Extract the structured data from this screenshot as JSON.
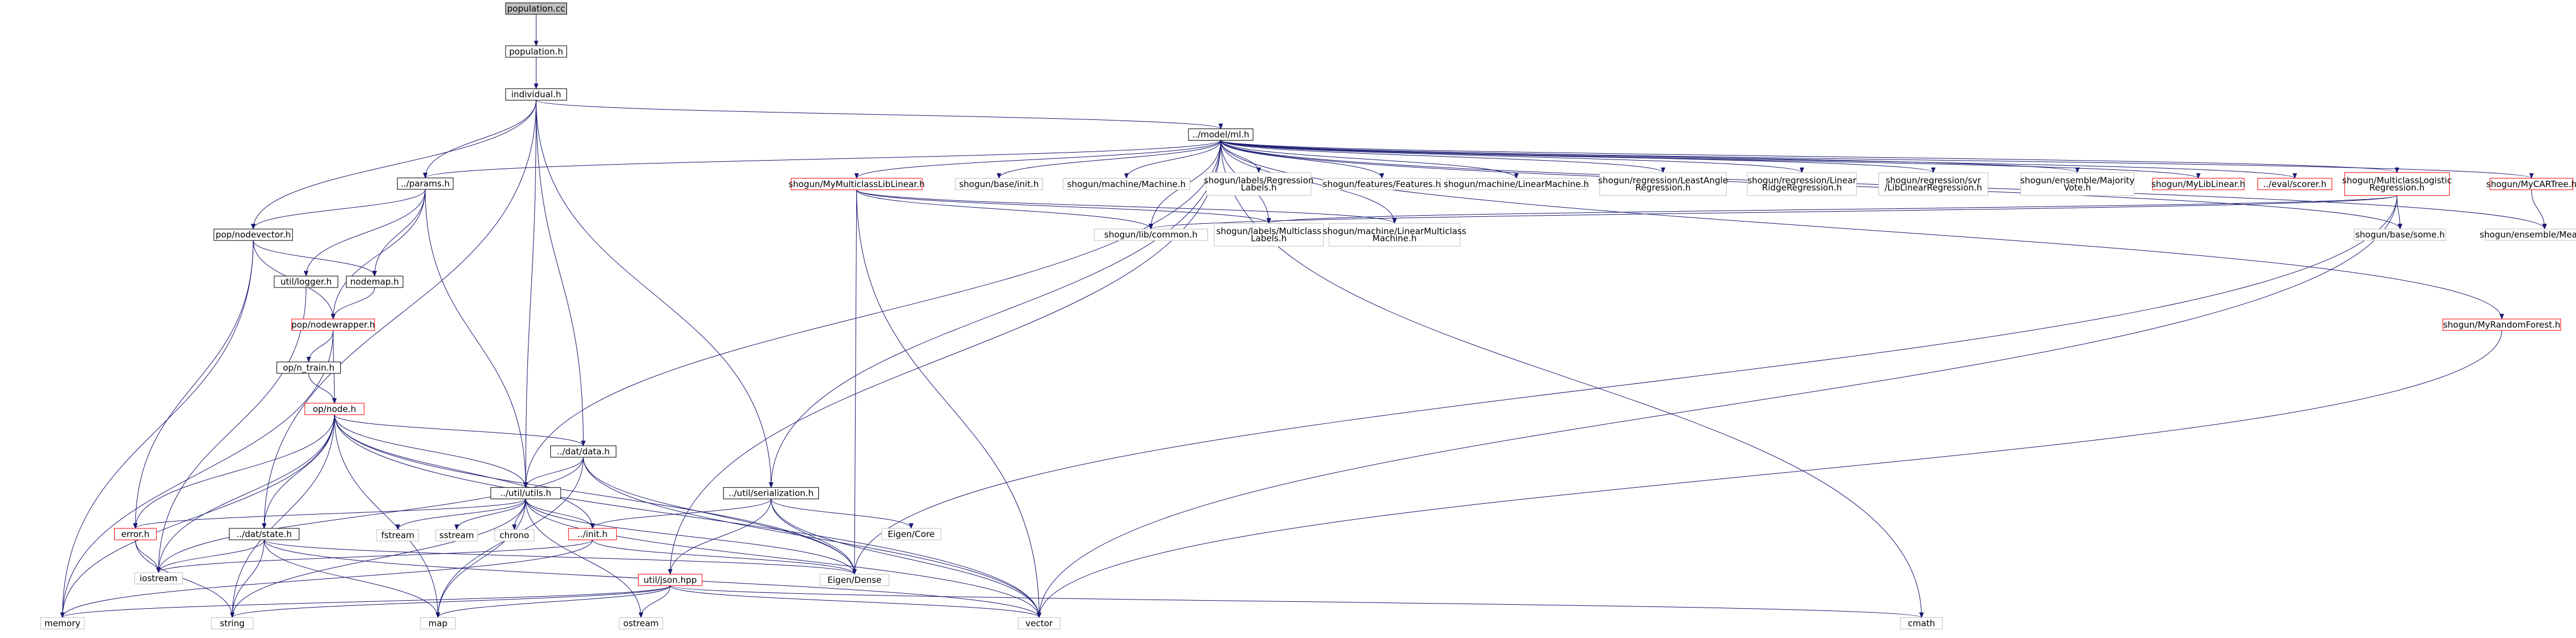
{
  "colors": {
    "edge": "#191970",
    "box_black": "#000000",
    "box_red": "#ff0000",
    "box_gray": "#bfbfbf",
    "root_fill": "#bfbfbf"
  },
  "nodes": [
    {
      "id": "population_cc",
      "lines": [
        "population.cc"
      ],
      "style": "root"
    },
    {
      "id": "population_h",
      "lines": [
        "population.h"
      ],
      "style": "black"
    },
    {
      "id": "individual_h",
      "lines": [
        "individual.h"
      ],
      "style": "black"
    },
    {
      "id": "model_ml_h",
      "lines": [
        "../model/ml.h"
      ],
      "style": "black"
    },
    {
      "id": "params_h",
      "lines": [
        "../params.h"
      ],
      "style": "black"
    },
    {
      "id": "popnodevector_h",
      "lines": [
        "pop/nodevector.h"
      ],
      "style": "black"
    },
    {
      "id": "nodemap_h",
      "lines": [
        "nodemap.h"
      ],
      "style": "black"
    },
    {
      "id": "util_logger_h",
      "lines": [
        "util/logger.h"
      ],
      "style": "black"
    },
    {
      "id": "popnodewrapper_h",
      "lines": [
        "pop/nodewrapper.h"
      ],
      "style": "red"
    },
    {
      "id": "opin_train_h",
      "lines": [
        "op/n_train.h"
      ],
      "style": "black"
    },
    {
      "id": "opnode_h",
      "lines": [
        "op/node.h"
      ],
      "style": "red"
    },
    {
      "id": "dat_data_h",
      "lines": [
        "../dat/data.h"
      ],
      "style": "black"
    },
    {
      "id": "util_utils_h",
      "lines": [
        "../util/utils.h"
      ],
      "style": "black"
    },
    {
      "id": "util_serialization_h",
      "lines": [
        "../util/serialization.h"
      ],
      "style": "black"
    },
    {
      "id": "error_h",
      "lines": [
        "error.h"
      ],
      "style": "red"
    },
    {
      "id": "dat_state_h",
      "lines": [
        "../dat/state.h"
      ],
      "style": "black"
    },
    {
      "id": "init_h",
      "lines": [
        "../init.h"
      ],
      "style": "red"
    },
    {
      "id": "json_hpp",
      "lines": [
        "util/json.hpp"
      ],
      "style": "red"
    },
    {
      "id": "fstream",
      "lines": [
        "fstream"
      ],
      "style": "gray"
    },
    {
      "id": "sstream",
      "lines": [
        "sstream"
      ],
      "style": "gray"
    },
    {
      "id": "chrono",
      "lines": [
        "chrono"
      ],
      "style": "gray"
    },
    {
      "id": "iostream",
      "lines": [
        "iostream"
      ],
      "style": "gray"
    },
    {
      "id": "memory",
      "lines": [
        "memory"
      ],
      "style": "gray"
    },
    {
      "id": "string",
      "lines": [
        "string"
      ],
      "style": "gray"
    },
    {
      "id": "map",
      "lines": [
        "map"
      ],
      "style": "gray"
    },
    {
      "id": "ostream",
      "lines": [
        "ostream"
      ],
      "style": "gray"
    },
    {
      "id": "vector",
      "lines": [
        "vector"
      ],
      "style": "gray"
    },
    {
      "id": "cmath",
      "lines": [
        "cmath"
      ],
      "style": "gray"
    },
    {
      "id": "eigen_dense",
      "lines": [
        "Eigen/Dense"
      ],
      "style": "gray"
    },
    {
      "id": "eigen_core",
      "lines": [
        "Eigen/Core"
      ],
      "style": "gray"
    },
    {
      "id": "sg_mymulticlasslib",
      "lines": [
        "shogun/MyMulticlassLibLinear.h"
      ],
      "style": "red"
    },
    {
      "id": "sg_base_init",
      "lines": [
        "shogun/base/init.h"
      ],
      "style": "gray"
    },
    {
      "id": "sg_machine",
      "lines": [
        "shogun/machine/Machine.h"
      ],
      "style": "gray"
    },
    {
      "id": "sg_reglabels",
      "lines": [
        "shogun/labels/Regression",
        "Labels.h"
      ],
      "style": "gray"
    },
    {
      "id": "sg_features",
      "lines": [
        "shogun/features/Features.h"
      ],
      "style": "gray"
    },
    {
      "id": "sg_linearmachine",
      "lines": [
        "shogun/machine/LinearMachine.h"
      ],
      "style": "gray"
    },
    {
      "id": "sg_leastangle",
      "lines": [
        "shogun/regression/LeastAngle",
        "Regression.h"
      ],
      "style": "gray"
    },
    {
      "id": "sg_linridge",
      "lines": [
        "shogun/regression/Linear",
        "RidgeRegression.h"
      ],
      "style": "gray"
    },
    {
      "id": "sg_svrlib",
      "lines": [
        "shogun/regression/svr",
        "/LibLinearRegression.h"
      ],
      "style": "gray"
    },
    {
      "id": "sg_majority",
      "lines": [
        "shogun/ensemble/Majority",
        "Vote.h"
      ],
      "style": "gray"
    },
    {
      "id": "sg_mylibinear",
      "lines": [
        "shogun/MyLibLinear.h"
      ],
      "style": "red"
    },
    {
      "id": "eval_scorer",
      "lines": [
        "../eval/scorer.h"
      ],
      "style": "red"
    },
    {
      "id": "sg_mclogistic",
      "lines": [
        "shogun/MulticlassLogistic",
        "Regression.h"
      ],
      "style": "red"
    },
    {
      "id": "sg_mycart",
      "lines": [
        "shogun/MyCARTree.h"
      ],
      "style": "red"
    },
    {
      "id": "sg_lib_common",
      "lines": [
        "shogun/lib/common.h"
      ],
      "style": "gray"
    },
    {
      "id": "sg_mclabels",
      "lines": [
        "shogun/labels/Multiclass",
        "Labels.h"
      ],
      "style": "gray"
    },
    {
      "id": "sg_linmcmachine",
      "lines": [
        "shogun/machine/LinearMulticlass",
        "Machine.h"
      ],
      "style": "gray"
    },
    {
      "id": "sg_base_some",
      "lines": [
        "shogun/base/some.h"
      ],
      "style": "gray"
    },
    {
      "id": "sg_meanrule",
      "lines": [
        "shogun/ensemble/MeanRule.h"
      ],
      "style": "gray"
    },
    {
      "id": "sg_myrandomforest",
      "lines": [
        "shogun/MyRandomForest.h"
      ],
      "style": "red"
    }
  ],
  "edges": [
    [
      "population_cc",
      "population_h"
    ],
    [
      "population_h",
      "individual_h"
    ],
    [
      "individual_h",
      "model_ml_h"
    ],
    [
      "individual_h",
      "params_h"
    ],
    [
      "individual_h",
      "popnodevector_h"
    ],
    [
      "individual_h",
      "util_utils_h"
    ],
    [
      "individual_h",
      "dat_data_h"
    ],
    [
      "individual_h",
      "dat_state_h"
    ],
    [
      "individual_h",
      "util_serialization_h"
    ],
    [
      "model_ml_h",
      "params_h"
    ],
    [
      "model_ml_h",
      "sg_mymulticlasslib"
    ],
    [
      "model_ml_h",
      "sg_base_init"
    ],
    [
      "model_ml_h",
      "sg_machine"
    ],
    [
      "model_ml_h",
      "sg_reglabels"
    ],
    [
      "model_ml_h",
      "sg_features"
    ],
    [
      "model_ml_h",
      "sg_linearmachine"
    ],
    [
      "model_ml_h",
      "sg_leastangle"
    ],
    [
      "model_ml_h",
      "sg_linridge"
    ],
    [
      "model_ml_h",
      "sg_svrlib"
    ],
    [
      "model_ml_h",
      "sg_majority"
    ],
    [
      "model_ml_h",
      "sg_mylibinear"
    ],
    [
      "model_ml_h",
      "eval_scorer"
    ],
    [
      "model_ml_h",
      "sg_mclogistic"
    ],
    [
      "model_ml_h",
      "sg_mycart"
    ],
    [
      "model_ml_h",
      "sg_myrandomforest"
    ],
    [
      "model_ml_h",
      "sg_lib_common"
    ],
    [
      "model_ml_h",
      "sg_mclabels"
    ],
    [
      "model_ml_h",
      "sg_linmcmachine"
    ],
    [
      "model_ml_h",
      "sg_base_some"
    ],
    [
      "model_ml_h",
      "sg_meanrule"
    ],
    [
      "model_ml_h",
      "util_utils_h"
    ],
    [
      "model_ml_h",
      "util_serialization_h"
    ],
    [
      "model_ml_h",
      "json_hpp"
    ],
    [
      "model_ml_h",
      "cmath"
    ],
    [
      "sg_mymulticlasslib",
      "sg_lib_common"
    ],
    [
      "sg_mymulticlasslib",
      "sg_mclabels"
    ],
    [
      "sg_mymulticlasslib",
      "sg_linmcmachine"
    ],
    [
      "sg_mymulticlasslib",
      "eigen_dense"
    ],
    [
      "sg_mymulticlasslib",
      "vector"
    ],
    [
      "sg_mclogistic",
      "sg_lib_common"
    ],
    [
      "sg_mclogistic",
      "sg_mclabels"
    ],
    [
      "sg_mclogistic",
      "sg_base_some"
    ],
    [
      "sg_mclogistic",
      "eigen_dense"
    ],
    [
      "sg_mclogistic",
      "vector"
    ],
    [
      "sg_mycart",
      "sg_meanrule"
    ],
    [
      "sg_myrandomforest",
      "vector"
    ],
    [
      "params_h",
      "popnodevector_h"
    ],
    [
      "params_h",
      "nodemap_h"
    ],
    [
      "params_h",
      "util_logger_h"
    ],
    [
      "params_h",
      "popnodewrapper_h"
    ],
    [
      "params_h",
      "util_utils_h"
    ],
    [
      "popnodevector_h",
      "nodemap_h"
    ],
    [
      "popnodevector_h",
      "popnodewrapper_h"
    ],
    [
      "popnodevector_h",
      "error_h"
    ],
    [
      "popnodevector_h",
      "memory"
    ],
    [
      "nodemap_h",
      "popnodewrapper_h"
    ],
    [
      "util_logger_h",
      "iostream"
    ],
    [
      "popnodewrapper_h",
      "opin_train_h"
    ],
    [
      "popnodewrapper_h",
      "opnode_h"
    ],
    [
      "popnodewrapper_h",
      "memory"
    ],
    [
      "opin_train_h",
      "opnode_h"
    ],
    [
      "opnode_h",
      "dat_data_h"
    ],
    [
      "opnode_h",
      "util_utils_h"
    ],
    [
      "opnode_h",
      "error_h"
    ],
    [
      "opnode_h",
      "dat_state_h"
    ],
    [
      "opnode_h",
      "init_h"
    ],
    [
      "opnode_h",
      "eigen_dense"
    ],
    [
      "opnode_h",
      "iostream"
    ],
    [
      "opnode_h",
      "memory"
    ],
    [
      "opnode_h",
      "string"
    ],
    [
      "opnode_h",
      "map"
    ],
    [
      "opnode_h",
      "vector"
    ],
    [
      "dat_data_h",
      "util_utils_h"
    ],
    [
      "dat_data_h",
      "eigen_dense"
    ],
    [
      "dat_data_h",
      "vector"
    ],
    [
      "dat_data_h",
      "map"
    ],
    [
      "dat_data_h",
      "iostream"
    ],
    [
      "util_utils_h",
      "error_h"
    ],
    [
      "util_utils_h",
      "init_h"
    ],
    [
      "util_utils_h",
      "fstream"
    ],
    [
      "util_utils_h",
      "sstream"
    ],
    [
      "util_utils_h",
      "chrono"
    ],
    [
      "util_utils_h",
      "ostream"
    ],
    [
      "util_utils_h",
      "string"
    ],
    [
      "util_utils_h",
      "map"
    ],
    [
      "util_utils_h",
      "vector"
    ],
    [
      "util_utils_h",
      "eigen_dense"
    ],
    [
      "util_serialization_h",
      "init_h"
    ],
    [
      "util_serialization_h",
      "json_hpp"
    ],
    [
      "util_serialization_h",
      "eigen_core"
    ],
    [
      "util_serialization_h",
      "eigen_dense"
    ],
    [
      "util_serialization_h",
      "vector"
    ],
    [
      "error_h",
      "iostream"
    ],
    [
      "error_h",
      "string"
    ],
    [
      "dat_state_h",
      "iostream"
    ],
    [
      "dat_state_h",
      "string"
    ],
    [
      "dat_state_h",
      "map"
    ],
    [
      "dat_state_h",
      "vector"
    ],
    [
      "dat_state_h",
      "eigen_dense"
    ],
    [
      "init_h",
      "iostream"
    ],
    [
      "init_h",
      "memory"
    ],
    [
      "init_h",
      "eigen_dense"
    ],
    [
      "json_hpp",
      "memory"
    ],
    [
      "json_hpp",
      "string"
    ],
    [
      "json_hpp",
      "map"
    ],
    [
      "json_hpp",
      "ostream"
    ],
    [
      "json_hpp",
      "vector"
    ],
    [
      "json_hpp",
      "cmath"
    ]
  ]
}
